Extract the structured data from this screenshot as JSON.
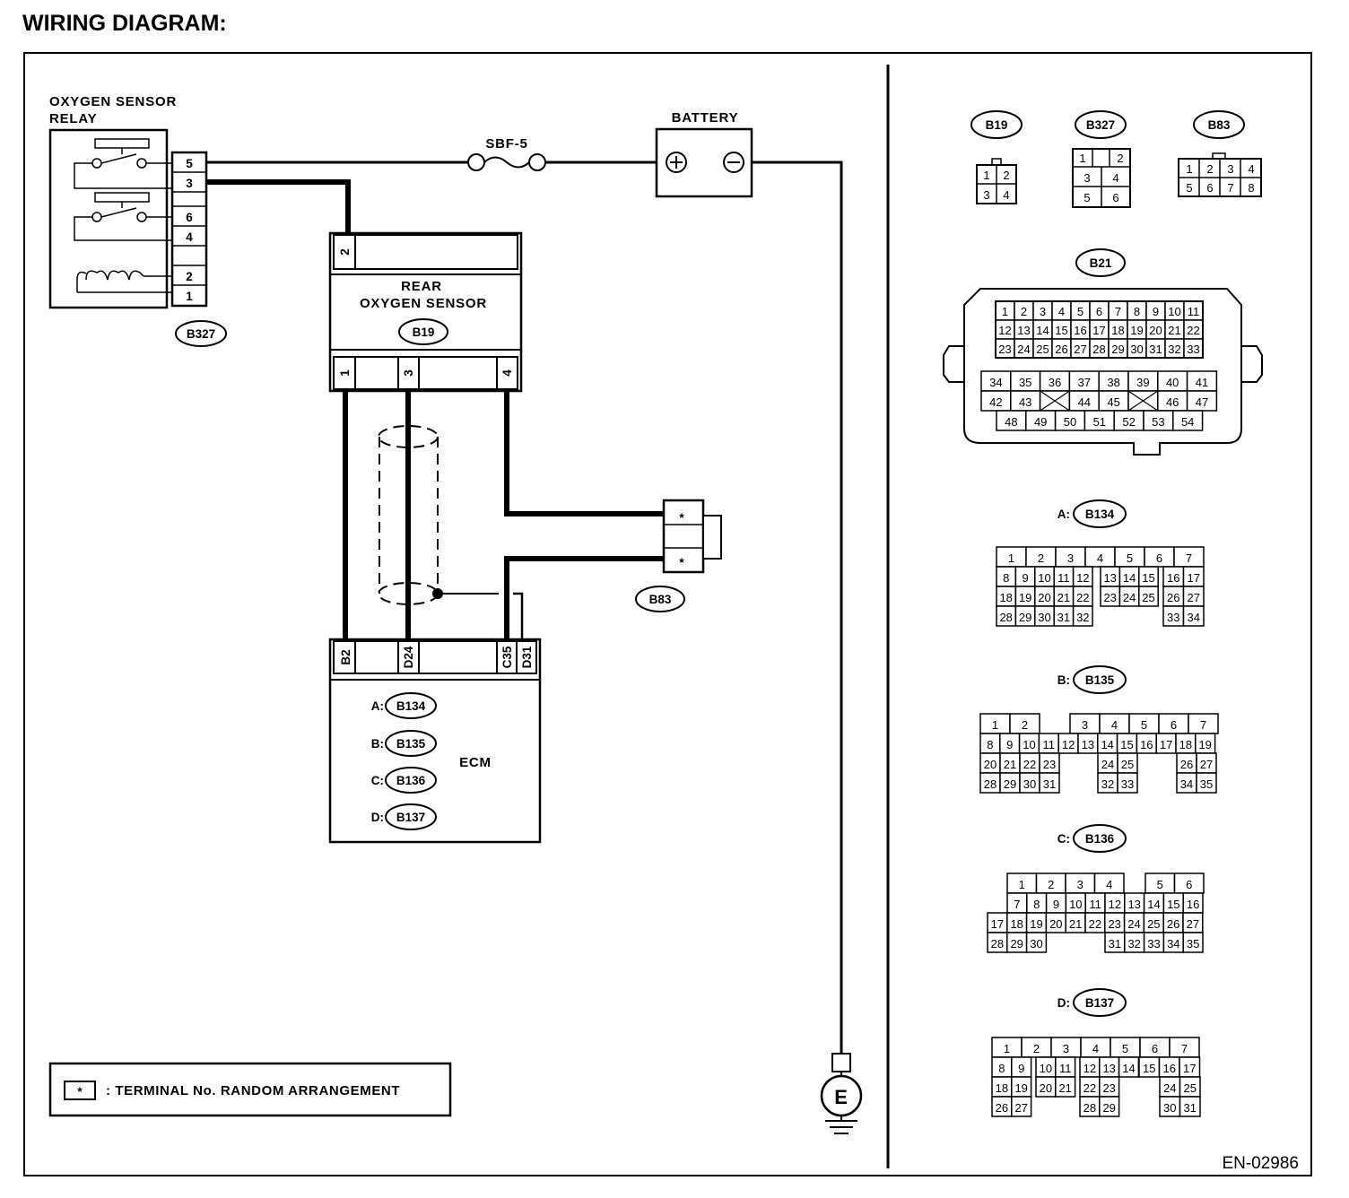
{
  "title": "WIRING DIAGRAM:",
  "doc_id": "EN-02986",
  "legend": {
    "symbol": "*",
    "text": ": TERMINAL No. RANDOM ARRANGEMENT"
  },
  "relay": {
    "title_line1": "OXYGEN SENSOR",
    "title_line2": "RELAY",
    "connector": "B327",
    "pins": [
      "5",
      "3",
      "6",
      "4",
      "2",
      "1"
    ]
  },
  "fuse": {
    "label": "SBF-5"
  },
  "battery": {
    "label": "BATTERY",
    "plus": "+",
    "minus": "−"
  },
  "sensor": {
    "line1": "REAR",
    "line2": "OXYGEN SENSOR",
    "connector": "B19",
    "top_pin": "2",
    "bottom_pins": [
      "1",
      "3",
      "4"
    ]
  },
  "junction": {
    "connector": "B83",
    "pins": [
      "*",
      "*"
    ]
  },
  "ecm": {
    "label": "ECM",
    "terminals": [
      "B2",
      "D24",
      "C35",
      "D31"
    ],
    "connectors": [
      {
        "prefix": "A:",
        "name": "B134"
      },
      {
        "prefix": "B:",
        "name": "B135"
      },
      {
        "prefix": "C:",
        "name": "B136"
      },
      {
        "prefix": "D:",
        "name": "B137"
      }
    ]
  },
  "ground": {
    "label": "E"
  },
  "connector_views": {
    "b19": {
      "name": "B19",
      "rows": [
        [
          "1",
          "2"
        ],
        [
          "3",
          "4"
        ]
      ]
    },
    "b327": {
      "name": "B327",
      "rows": [
        [
          "1",
          "",
          "2"
        ],
        [
          "3",
          "4"
        ],
        [
          "5",
          "6"
        ]
      ]
    },
    "b83": {
      "name": "B83",
      "rows": [
        [
          "1",
          "2",
          "3",
          "4"
        ],
        [
          "5",
          "6",
          "7",
          "8"
        ]
      ]
    },
    "b21": {
      "name": "B21",
      "upper_rows": [
        [
          "1",
          "2",
          "3",
          "4",
          "5",
          "6",
          "7",
          "8",
          "9",
          "10",
          "11"
        ],
        [
          "12",
          "13",
          "14",
          "15",
          "16",
          "17",
          "18",
          "19",
          "20",
          "21",
          "22"
        ],
        [
          "23",
          "24",
          "25",
          "26",
          "27",
          "28",
          "29",
          "30",
          "31",
          "32",
          "33"
        ]
      ],
      "lower_rows": [
        [
          "34",
          "35",
          "36",
          "37",
          "38",
          "39",
          "40",
          "41"
        ],
        [
          "42",
          "43",
          "",
          "44",
          "45",
          "",
          "46",
          "47"
        ],
        [
          "48",
          "49",
          "50",
          "51",
          "52",
          "53",
          "54"
        ]
      ]
    },
    "b134": {
      "prefix": "A:",
      "name": "B134",
      "row1": [
        "1",
        "2",
        "3",
        "4",
        "5",
        "6",
        "7"
      ],
      "row2": [
        "8",
        "9",
        "10",
        "11",
        "12",
        "13",
        "14",
        "15",
        "16",
        "17"
      ],
      "row3": [
        "18",
        "19",
        "20",
        "21",
        "22",
        "23",
        "24",
        "25",
        "26",
        "27"
      ],
      "row4": [
        "28",
        "29",
        "30",
        "31",
        "32",
        "33",
        "34"
      ]
    },
    "b135": {
      "prefix": "B:",
      "name": "B135",
      "row1": [
        "1",
        "2",
        "3",
        "4",
        "5",
        "6",
        "7"
      ],
      "row2": [
        "8",
        "9",
        "10",
        "11",
        "12",
        "13",
        "14",
        "15",
        "16",
        "17",
        "18",
        "19"
      ],
      "row3": [
        "20",
        "21",
        "22",
        "23",
        "24",
        "25",
        "26",
        "27"
      ],
      "row4": [
        "28",
        "29",
        "30",
        "31",
        "32",
        "33",
        "34",
        "35"
      ]
    },
    "b136": {
      "prefix": "C:",
      "name": "B136",
      "row1": [
        "1",
        "2",
        "3",
        "4",
        "5",
        "6"
      ],
      "row2": [
        "7",
        "8",
        "9",
        "10",
        "11",
        "12",
        "13",
        "14",
        "15",
        "16"
      ],
      "row3": [
        "17",
        "18",
        "19",
        "20",
        "21",
        "22",
        "23",
        "24",
        "25",
        "26",
        "27"
      ],
      "row4": [
        "28",
        "29",
        "30",
        "31",
        "32",
        "33",
        "34",
        "35"
      ]
    },
    "b137": {
      "prefix": "D:",
      "name": "B137",
      "row1": [
        "1",
        "2",
        "3",
        "4",
        "5",
        "6",
        "7"
      ],
      "row2": [
        "8",
        "9",
        "10",
        "11",
        "12",
        "13",
        "14",
        "15",
        "16",
        "17"
      ],
      "row3": [
        "18",
        "19",
        "20",
        "21",
        "22",
        "23",
        "24",
        "25"
      ],
      "row4": [
        "26",
        "27",
        "28",
        "29",
        "30",
        "31"
      ]
    }
  }
}
